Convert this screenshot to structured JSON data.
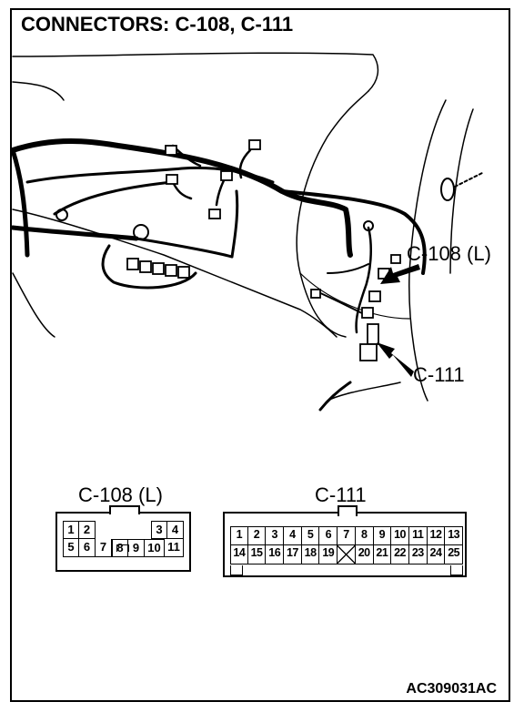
{
  "title": "CONNECTORS: C-108, C-111",
  "labels": {
    "c108_callout": "C-108 (L)",
    "c111_callout": "C-111",
    "c108_face": "C-108 (L)",
    "c111_face": "C-111"
  },
  "c108_pins": {
    "row1": [
      "1",
      "2",
      "",
      "",
      "3",
      "4"
    ],
    "row2": [
      "5",
      "6",
      "7",
      "8",
      "9",
      "10",
      "11"
    ]
  },
  "c111_pins": {
    "row1": [
      "1",
      "2",
      "3",
      "4",
      "5",
      "6",
      "7",
      "8",
      "9",
      "10",
      "11",
      "12",
      "13"
    ],
    "row2": [
      "14",
      "15",
      "16",
      "17",
      "18",
      "19",
      "",
      "20",
      "21",
      "22",
      "23",
      "24",
      "25"
    ]
  },
  "code": "AC309031AC"
}
